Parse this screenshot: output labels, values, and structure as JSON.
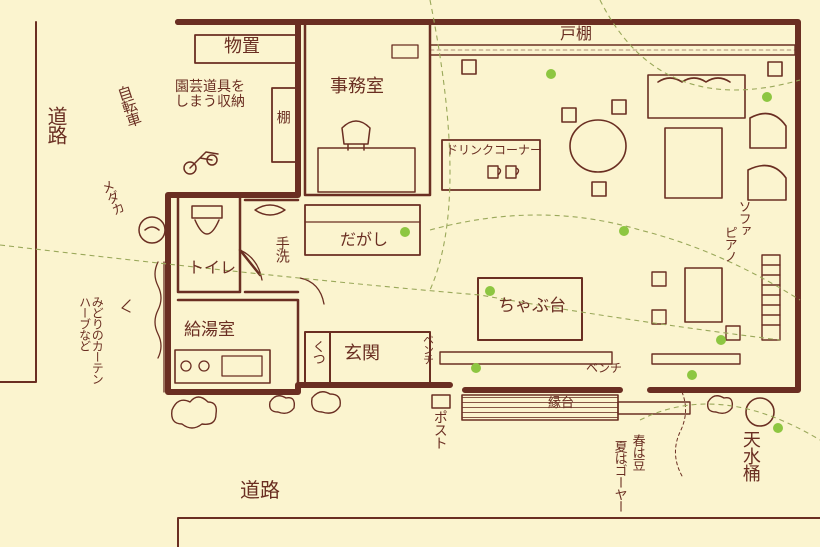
{
  "colors": {
    "paper": "#fbf4cf",
    "ink": "#6a2e22",
    "dot": "#8dc641",
    "dash": "#9aa85a"
  },
  "labels": {
    "road_left": "道路",
    "road_bottom": "道路",
    "bicycle": "自転車",
    "medaka": "メダカ",
    "storage": "物置",
    "garden_tools": "園芸道具を\nしまう収納",
    "shelf": "棚",
    "office": "事務室",
    "top_shelf": "戸棚",
    "drink_corner": "ドリンクコーナー",
    "toilet": "トイレ",
    "handwash": "手洗",
    "kitchenette": "給湯室",
    "dagashi": "だがし",
    "chabudai": "ちゃぶ台",
    "sofa": "ソファ",
    "piano": "ピアノ",
    "green_curtain": "みどりのカーテン\nハーブなど",
    "shoes": "くつ",
    "entrance": "玄関",
    "bench_left": "ベンチ",
    "bench_right": "ベンチ",
    "engawa": "縁台",
    "post": "ポスト",
    "spring": "春は豆",
    "summer": "夏はゴーヤー",
    "rain_barrel": "天水桶"
  },
  "icons": [
    "bicycle-icon",
    "medaka-pot-icon",
    "toilet-icon",
    "sink-icon",
    "stove-icon",
    "office-chair-icon",
    "sofa-icon",
    "armchair-icon",
    "round-table-icon",
    "cup-icon",
    "piano-icon",
    "shrub-icon",
    "rain-barrel-icon"
  ]
}
